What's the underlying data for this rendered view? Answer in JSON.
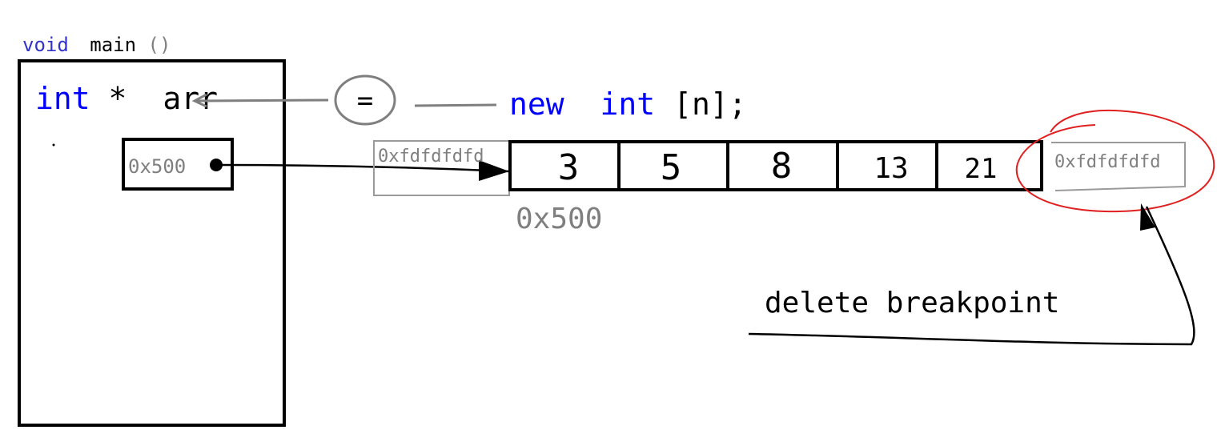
{
  "main_signature": {
    "keyword": "void",
    "name": "main",
    "parens": "()"
  },
  "declaration": {
    "type": "int",
    "star": "*",
    "var": "arr"
  },
  "assign_symbol": "=",
  "new_expr": {
    "keyword": "new",
    "type": "int",
    "rest": "[n];"
  },
  "pointer_value": "0x500",
  "guard_before": "0xfdfdfdfd",
  "guard_after": "0xfdfdfdfd",
  "array_values": [
    "3",
    "5",
    "8",
    "13",
    "21"
  ],
  "array_address": "0x500",
  "annotation": "delete breakpoint",
  "colors": {
    "keyword_blue": "#0000ff",
    "signature_blue": "#3333cc",
    "gray": "#7f7f7f",
    "black": "#000000",
    "red": "#e02020"
  }
}
